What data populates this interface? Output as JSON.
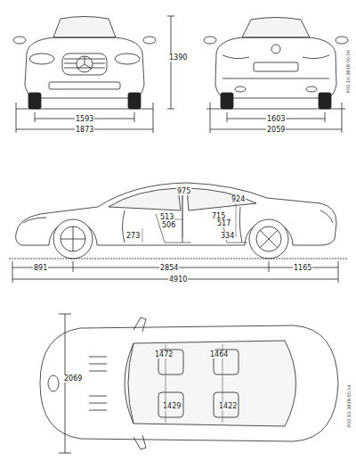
{
  "diagram": {
    "labels": [
      "1390",
      "1593",
      "1873",
      "1603",
      "2059",
      "P00.10-3838-00.06",
      "975",
      "924",
      "513",
      "506",
      "273",
      "715",
      "517",
      "334",
      "891",
      "2854",
      "1165",
      "4910",
      "2069",
      "1472",
      "1464",
      "1429",
      "1422",
      "P00.10-3838-50.04"
    ]
  }
}
